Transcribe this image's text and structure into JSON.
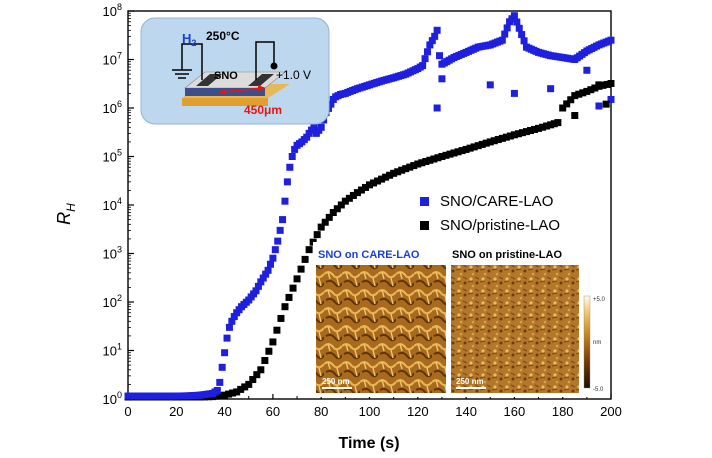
{
  "chart_data": {
    "type": "scatter",
    "xlabel": "Time (s)",
    "ylabel": "R",
    "ylabel_sub": "H",
    "x_ticks": [
      "0",
      "20",
      "40",
      "60",
      "80",
      "100",
      "120",
      "140",
      "160",
      "180",
      "200"
    ],
    "xlim": [
      0,
      200
    ],
    "ylim": [
      1,
      100000000
    ],
    "y_scale": "log",
    "y_tick_mantissa": "10",
    "y_tick_exponents": [
      "0",
      "1",
      "2",
      "3",
      "4",
      "5",
      "6",
      "7",
      "8"
    ],
    "legend_position": "right-middle",
    "series": [
      {
        "name": "SNO/CARE-LAO",
        "color": "#1f1fe0",
        "x": [
          0,
          5,
          10,
          15,
          20,
          25,
          30,
          35,
          37,
          38,
          39,
          40,
          41,
          42,
          43,
          44,
          45,
          47,
          50,
          53,
          55,
          58,
          60,
          62,
          64,
          65,
          66,
          67,
          68,
          69,
          70,
          72,
          74,
          75,
          76,
          77,
          78,
          80,
          82,
          84,
          85,
          86,
          87,
          88,
          90,
          92,
          95,
          100,
          105,
          110,
          115,
          120,
          122,
          125,
          127,
          128,
          129,
          130,
          131,
          135,
          140,
          145,
          150,
          155,
          158,
          160,
          165,
          170,
          175,
          180,
          185,
          190,
          195,
          200
        ],
        "y": [
          1.15,
          1.15,
          1.15,
          1.15,
          1.15,
          1.16,
          1.2,
          1.3,
          1.5,
          2.2,
          4.5,
          9,
          18,
          30,
          40,
          50,
          60,
          80,
          110,
          170,
          260,
          450,
          800,
          1800,
          5000,
          12000,
          30000,
          60000,
          100000,
          140000,
          170000,
          200000,
          250000,
          300000,
          350000,
          400000,
          300000,
          400000,
          800000,
          1200000,
          1500000,
          1700000,
          1800000,
          1900000,
          2000000,
          2200000,
          2500000,
          3000000,
          3600000,
          4200000,
          5000000,
          6500000,
          7500000,
          20000000,
          30000000,
          40000000,
          12000000,
          8000000,
          8500000,
          11000000,
          14000000,
          18000000,
          20000000,
          25000000,
          60000000,
          80000000,
          18000000,
          14000000,
          12000000,
          11000000,
          10000000,
          15000000,
          20000000,
          25000000
        ]
      },
      {
        "name": "SNO/pristine-LAO",
        "color": "#000000",
        "x": [
          0,
          10,
          20,
          30,
          35,
          40,
          45,
          50,
          55,
          60,
          65,
          70,
          75,
          80,
          85,
          90,
          95,
          100,
          110,
          120,
          130,
          140,
          150,
          160,
          170,
          175,
          178,
          180,
          185,
          190,
          195,
          200
        ],
        "y": [
          1.1,
          1.1,
          1.1,
          1.1,
          1.12,
          1.2,
          1.4,
          2,
          4,
          15,
          80,
          300,
          1200,
          3500,
          7000,
          12000,
          18000,
          26000,
          45000,
          70000,
          100000,
          140000,
          200000,
          280000,
          380000,
          450000,
          500000,
          1000000,
          1800000,
          2200000,
          2800000,
          3200000
        ]
      }
    ],
    "scattered_points": {
      "blue": [
        [
          128,
          1000000
        ],
        [
          130,
          4000000
        ],
        [
          150,
          3000000
        ],
        [
          160,
          2000000
        ],
        [
          175,
          2500000
        ],
        [
          190,
          6000000
        ],
        [
          195,
          1100000
        ],
        [
          200,
          1500000
        ]
      ],
      "black": [
        [
          185,
          700000
        ],
        [
          195,
          3000000
        ],
        [
          198,
          1200000
        ]
      ]
    }
  },
  "schematic": {
    "h2_label": "H",
    "h2_sub": "2",
    "temperature": "250°C",
    "sample_label": "SNO",
    "voltage": "+1.0 V",
    "width": "450μm"
  },
  "afm": {
    "left_title": "SNO on CARE-LAO",
    "right_title": "SNO on pristine-LAO",
    "scale_bar": "250 nm",
    "colorbar_max": "+5.0",
    "colorbar_unit": "nm",
    "colorbar_min": "-5.0"
  }
}
